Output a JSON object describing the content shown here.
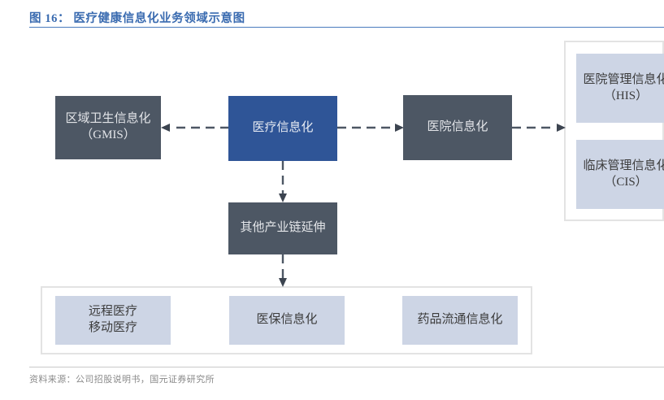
{
  "figure": {
    "title": "图 16： 医疗健康信息化业务领域示意图",
    "source": "资料来源：公司招股说明书，国元证券研究所",
    "title_color": "#3A6BB0",
    "rule_color": "#4A7BBE",
    "source_color": "#8A8A8A"
  },
  "palette": {
    "dark_node": "#4D5764",
    "blue_node": "#2F5597",
    "light_node": "#CDD5E5",
    "group_border": "#E3E3E3",
    "connector": "#4D5764",
    "canvas": "#FFFFFF"
  },
  "diagram": {
    "type": "flow-diagram",
    "nodes": [
      {
        "id": "gmis",
        "label": "区域卫生信息化\n（GMIS）",
        "style": "dark"
      },
      {
        "id": "medical-informatization",
        "label": "医疗信息化",
        "style": "blue"
      },
      {
        "id": "hospital-informatization",
        "label": "医院信息化",
        "style": "dark"
      },
      {
        "id": "his",
        "label": "医院管理信息化\n（HIS）",
        "style": "light"
      },
      {
        "id": "cis",
        "label": "临床管理信息化\n（CIS）",
        "style": "light"
      },
      {
        "id": "other-chain",
        "label": "其他产业链延伸",
        "style": "dark"
      },
      {
        "id": "telemedicine",
        "label": "远程医疗\n移动医疗",
        "style": "light"
      },
      {
        "id": "insurance-informatization",
        "label": "医保信息化",
        "style": "light"
      },
      {
        "id": "drug-distribution",
        "label": "药品流通信息化",
        "style": "light"
      }
    ],
    "edges": [
      {
        "from": "medical-informatization",
        "to": "gmis",
        "style": "dashed",
        "direction": "left"
      },
      {
        "from": "medical-informatization",
        "to": "hospital-informatization",
        "style": "dashed",
        "direction": "right"
      },
      {
        "from": "hospital-informatization",
        "to": "hospital-systems-group",
        "style": "dashed",
        "direction": "right"
      },
      {
        "from": "medical-informatization",
        "to": "other-chain",
        "style": "dashed",
        "direction": "down"
      },
      {
        "from": "other-chain",
        "to": "downstream-group",
        "style": "dashed",
        "direction": "down"
      }
    ],
    "groups": [
      {
        "id": "hospital-systems-group",
        "contains": [
          "his",
          "cis"
        ]
      },
      {
        "id": "downstream-group",
        "contains": [
          "telemedicine",
          "insurance-informatization",
          "drug-distribution"
        ]
      }
    ]
  }
}
